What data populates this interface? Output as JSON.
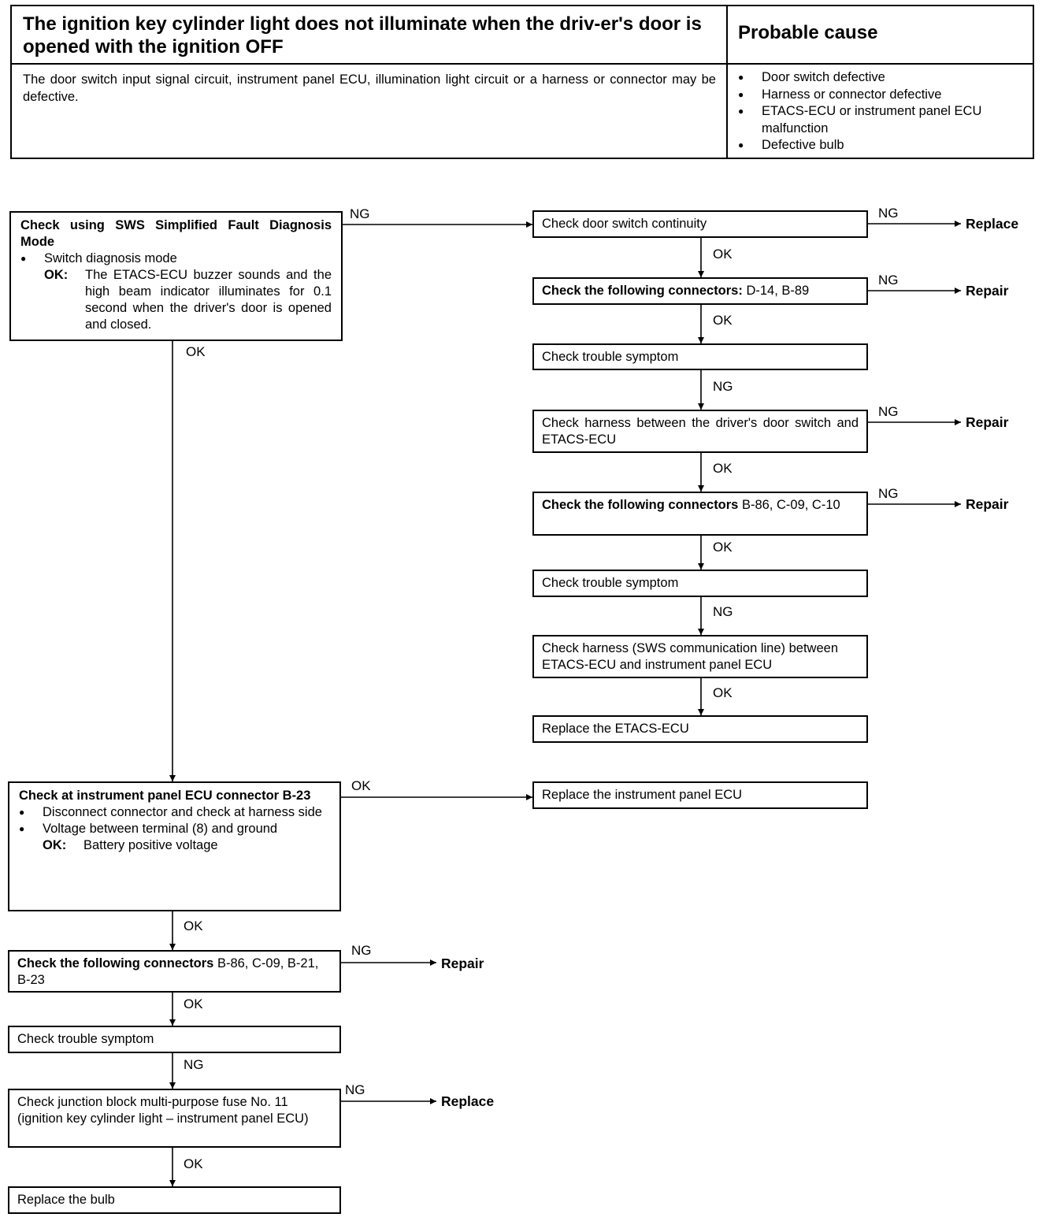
{
  "header": {
    "title": "The ignition key cylinder light does not illuminate when the driv-er's door is opened with the ignition OFF",
    "probable_cause_title": "Probable cause",
    "description": "The door switch input signal circuit, instrument panel ECU, illumination light circuit or a harness or connector may be defective.",
    "causes": [
      "Door switch defective",
      "Harness or connector defective",
      "ETACS-ECU or instrument panel ECU malfunction",
      "Defective bulb"
    ]
  },
  "flow": {
    "start": {
      "title": "Check using SWS Simplified Fault Diagnosis Mode",
      "bullet": "Switch diagnosis mode",
      "ok_key": "OK:",
      "ok_text": "The ETACS-ECU buzzer sounds and the high beam indicator illuminates for 0.1 second when the driver's door is opened and closed."
    },
    "right": {
      "door_switch": "Check door switch continuity",
      "connectors1_bold": "Check the following connectors:",
      "connectors1_codes": " D-14, B-89",
      "symptom1": "Check trouble symptom",
      "harness1": "Check harness between the driver's door switch and ETACS-ECU",
      "connectors2_bold": "Check the following connectors",
      "connectors2_codes": " B-86, C-09, C-10",
      "symptom2": "Check trouble symptom",
      "harness2": "Check harness (SWS communication line) between ETACS-ECU and instrument panel ECU",
      "replace_etacs": "Replace the ETACS-ECU"
    },
    "ecu_check": {
      "title": "Check at instrument panel ECU connector B-23",
      "bullet1": "Disconnect connector and check at harness side",
      "bullet2": "Voltage between terminal (8) and ground",
      "ok_key": "OK:",
      "ok_text": "Battery positive voltage"
    },
    "replace_ipecu": "Replace the instrument panel ECU",
    "left": {
      "connectors_bold": "Check the following connectors",
      "connectors_codes": " B-86, C-09, B-21, B-23",
      "symptom": "Check trouble symptom",
      "fuse": "Check junction block multi-purpose fuse No. 11 (ignition key cylinder light – instrument panel ECU)",
      "replace_bulb": "Replace the bulb"
    },
    "labels": {
      "ng": "NG",
      "ok": "OK",
      "replace": "Replace",
      "repair": "Repair"
    }
  }
}
